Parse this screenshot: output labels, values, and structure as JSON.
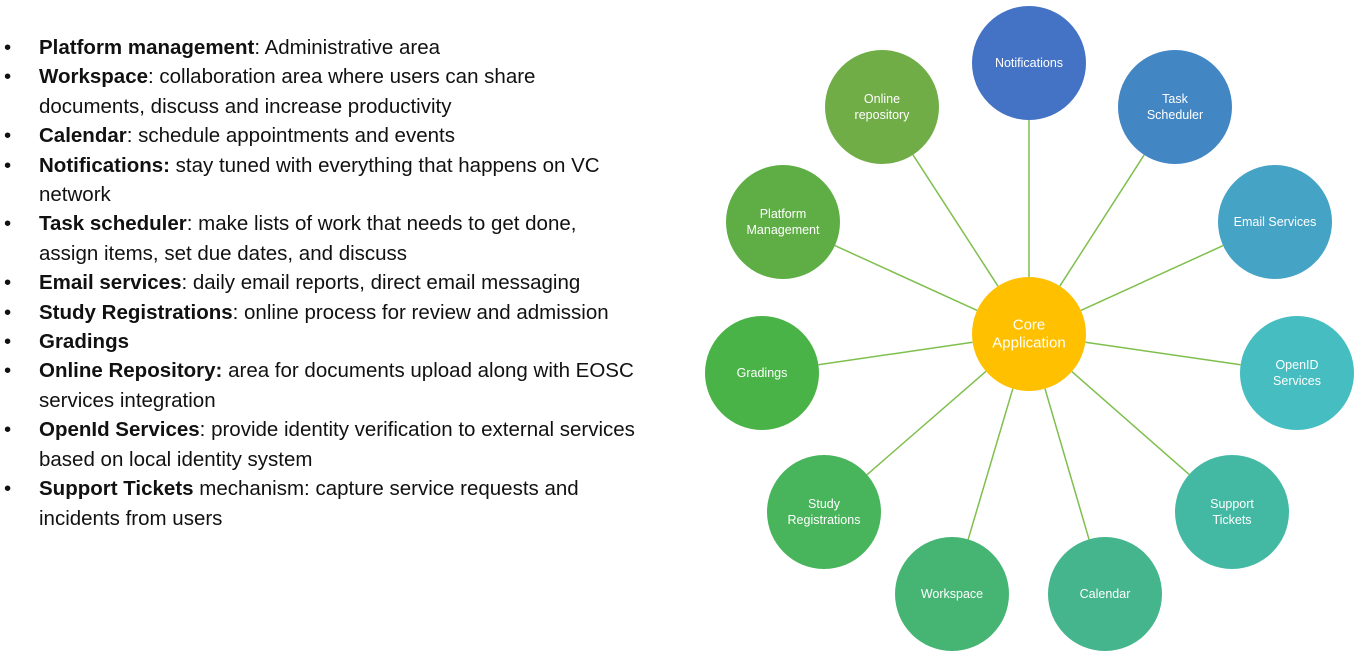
{
  "bullets": [
    {
      "bold": "Platform management",
      "rest": ": Administrative area"
    },
    {
      "bold": "Workspace",
      "rest": ": collaboration area where users can share documents, discuss and increase productivity"
    },
    {
      "bold": "Calendar",
      "rest": ": schedule appointments and events"
    },
    {
      "bold": "Notifications:",
      "rest": " stay tuned with everything that happens on VC network"
    },
    {
      "bold": "Task scheduler",
      "rest": ": make lists of work that needs to get done, assign items, set due dates, and discuss"
    },
    {
      "bold": "Email services",
      "rest": ": daily email reports, direct email messaging"
    },
    {
      "bold": "Study Registrations",
      "rest": ": online process for review and admission"
    },
    {
      "bold": "Gradings",
      "rest": ""
    },
    {
      "bold": "Online Repository:",
      "rest": " area for documents upload along with EOSC services integration"
    },
    {
      "bold": "OpenId Services",
      "rest": ": provide identity verification to external services based on local identity system"
    },
    {
      "bold": "Support Tickets",
      "rest": " mechanism: capture service requests and incidents from users"
    }
  ],
  "diagram": {
    "center": {
      "lines": [
        "Core",
        "Application"
      ],
      "color": "#FFC000"
    },
    "line_color": "#7FBF4D",
    "nodes": [
      {
        "id": "notifications",
        "lines": [
          "Notifications"
        ],
        "color": "#4472C4"
      },
      {
        "id": "task-scheduler",
        "lines": [
          "Task",
          "Scheduler"
        ],
        "color": "#4286C4"
      },
      {
        "id": "email-services",
        "lines": [
          "Email Services"
        ],
        "color": "#45A3C6"
      },
      {
        "id": "openid-services",
        "lines": [
          "OpenID",
          "Services"
        ],
        "color": "#45BDC1"
      },
      {
        "id": "support-tickets",
        "lines": [
          "Support",
          "Tickets"
        ],
        "color": "#43B9A3"
      },
      {
        "id": "calendar",
        "lines": [
          "Calendar"
        ],
        "color": "#44B58C"
      },
      {
        "id": "workspace",
        "lines": [
          "Workspace"
        ],
        "color": "#46B574"
      },
      {
        "id": "study-registrations",
        "lines": [
          "Study",
          "Registrations"
        ],
        "color": "#48B45B"
      },
      {
        "id": "gradings",
        "lines": [
          "Gradings"
        ],
        "color": "#4AB347"
      },
      {
        "id": "platform-management",
        "lines": [
          "Platform",
          "Management"
        ],
        "color": "#5EAE45"
      },
      {
        "id": "online-repository",
        "lines": [
          "Online",
          "repository"
        ],
        "color": "#70AD47"
      }
    ]
  }
}
